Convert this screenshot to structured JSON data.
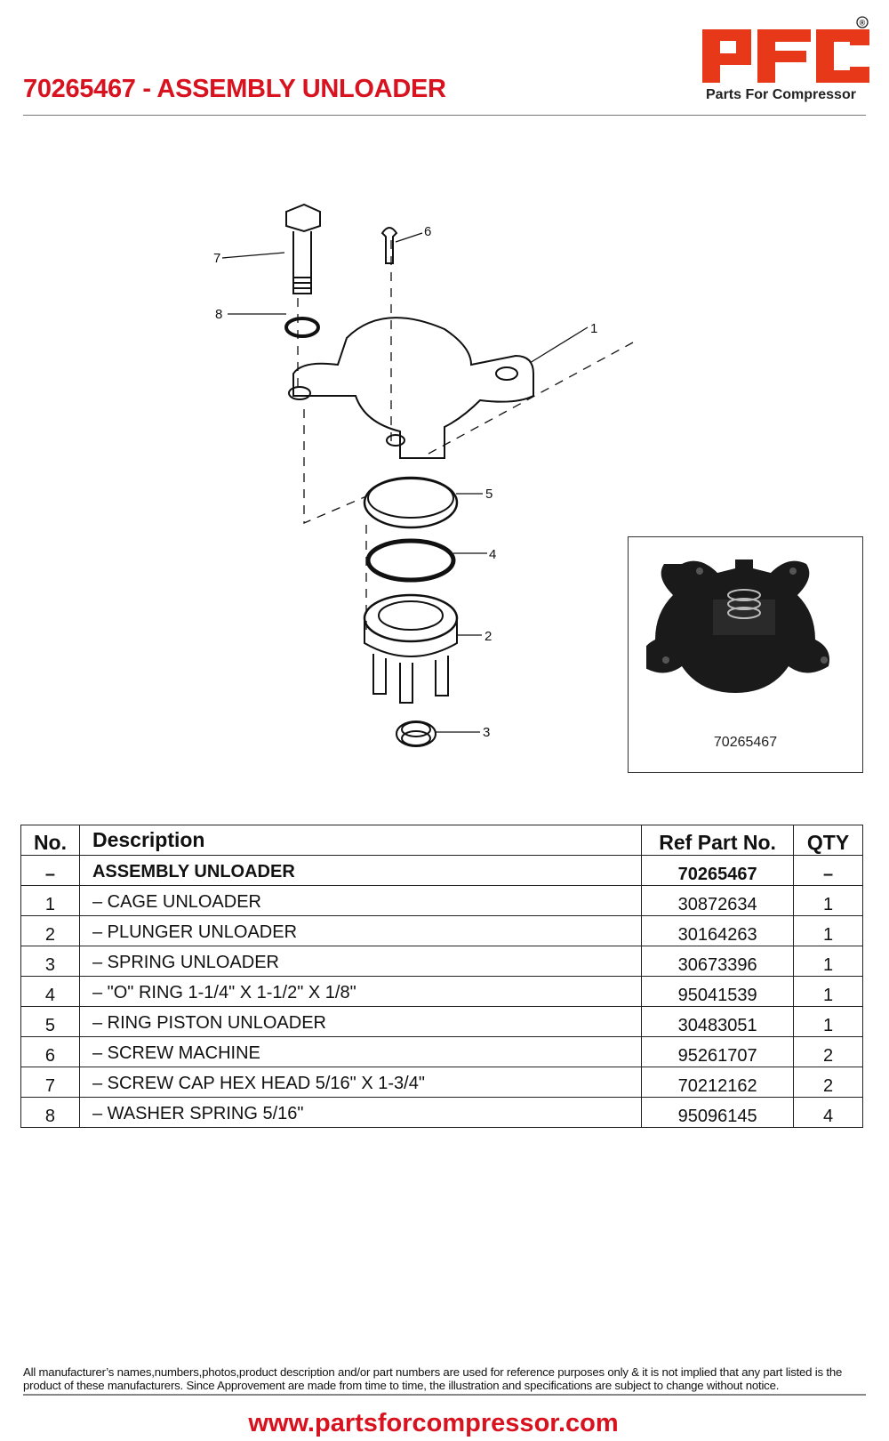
{
  "header": {
    "title": "70265467 - ASSEMBLY UNLOADER",
    "logo_text": "PFC",
    "logo_tagline": "Parts For Compressor",
    "registered": "®"
  },
  "diagram": {
    "callouts": [
      "1",
      "2",
      "3",
      "4",
      "5",
      "6",
      "7",
      "8"
    ]
  },
  "photo": {
    "caption": "70265467"
  },
  "table": {
    "headers": [
      "No.",
      "Description",
      "Ref Part No.",
      "QTY"
    ],
    "rows": [
      {
        "no": "–",
        "desc": "ASSEMBLY UNLOADER",
        "ref": "70265467",
        "qty": "–"
      },
      {
        "no": "1",
        "desc": "– CAGE UNLOADER",
        "ref": "30872634",
        "qty": "1"
      },
      {
        "no": "2",
        "desc": "– PLUNGER UNLOADER",
        "ref": "30164263",
        "qty": "1"
      },
      {
        "no": "3",
        "desc": "– SPRING UNLOADER",
        "ref": "30673396",
        "qty": "1"
      },
      {
        "no": "4",
        "desc": "– \"O\" RING 1-1/4\" X 1-1/2\" X 1/8\"",
        "ref": "95041539",
        "qty": "1"
      },
      {
        "no": "5",
        "desc": "– RING PISTON UNLOADER",
        "ref": "30483051",
        "qty": "1"
      },
      {
        "no": "6",
        "desc": "– SCREW MACHINE",
        "ref": "95261707",
        "qty": "2"
      },
      {
        "no": "7",
        "desc": "– SCREW CAP HEX HEAD 5/16\" X 1-3/4\"",
        "ref": "70212162",
        "qty": "2"
      },
      {
        "no": "8",
        "desc": "– WASHER SPRING 5/16\"",
        "ref": "95096145",
        "qty": "4"
      }
    ]
  },
  "footer": {
    "disclaimer": "All manufacturer’s names,numbers,photos,product description and/or part numbers are used for reference purposes only & it is not implied that any part listed is the product of these manufacturers.  Since Approvement are made from time to time,  the illustration and specifications are subject to change without notice.",
    "url": "www.partsforcompressor.com"
  },
  "colors": {
    "brand_red": "#d8121f",
    "logo_red": "#e8381a"
  }
}
